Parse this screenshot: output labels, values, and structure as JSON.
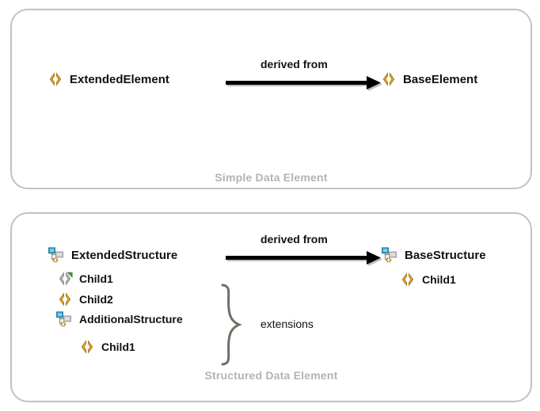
{
  "diagram": {
    "background": "#ffffff",
    "panel_border_color": "#c2c2c2",
    "caption_color": "#b3b3b3",
    "icon_gold": "#e8a22a",
    "icon_gray": "#9a9a9a",
    "icon_blue": "#2e9bc4",
    "icon_green": "#4a9a3c",
    "arrow_color": "#000000",
    "brace_color": "#6b7064"
  },
  "panels": [
    {
      "id": "simple",
      "caption": "Simple Data Element",
      "left_node": {
        "icon": "code-brackets-icon",
        "label": "ExtendedElement"
      },
      "right_node": {
        "icon": "code-brackets-icon",
        "label": "BaseElement"
      },
      "relation": {
        "label": "derived from",
        "icon": "arrow-right-icon"
      }
    },
    {
      "id": "structured",
      "caption": "Structured Data Element",
      "relation": {
        "label": "derived from",
        "icon": "arrow-right-icon"
      },
      "annotation": {
        "label": "extensions",
        "icon": "curly-brace-icon"
      },
      "left_tree": [
        {
          "icon": "structure-icon",
          "label": "ExtendedStructure",
          "indent": 0
        },
        {
          "icon": "code-brackets-inherited-icon",
          "label": "Child1",
          "indent": 1
        },
        {
          "icon": "code-brackets-icon",
          "label": "Child2",
          "indent": 1
        },
        {
          "icon": "structure-icon",
          "label": "AdditionalStructure",
          "indent": 1
        },
        {
          "icon": "code-brackets-icon",
          "label": "Child1",
          "indent": 2
        }
      ],
      "right_tree": [
        {
          "icon": "structure-icon",
          "label": "BaseStructure",
          "indent": 0
        },
        {
          "icon": "code-brackets-icon",
          "label": "Child1",
          "indent": 1
        }
      ]
    }
  ]
}
